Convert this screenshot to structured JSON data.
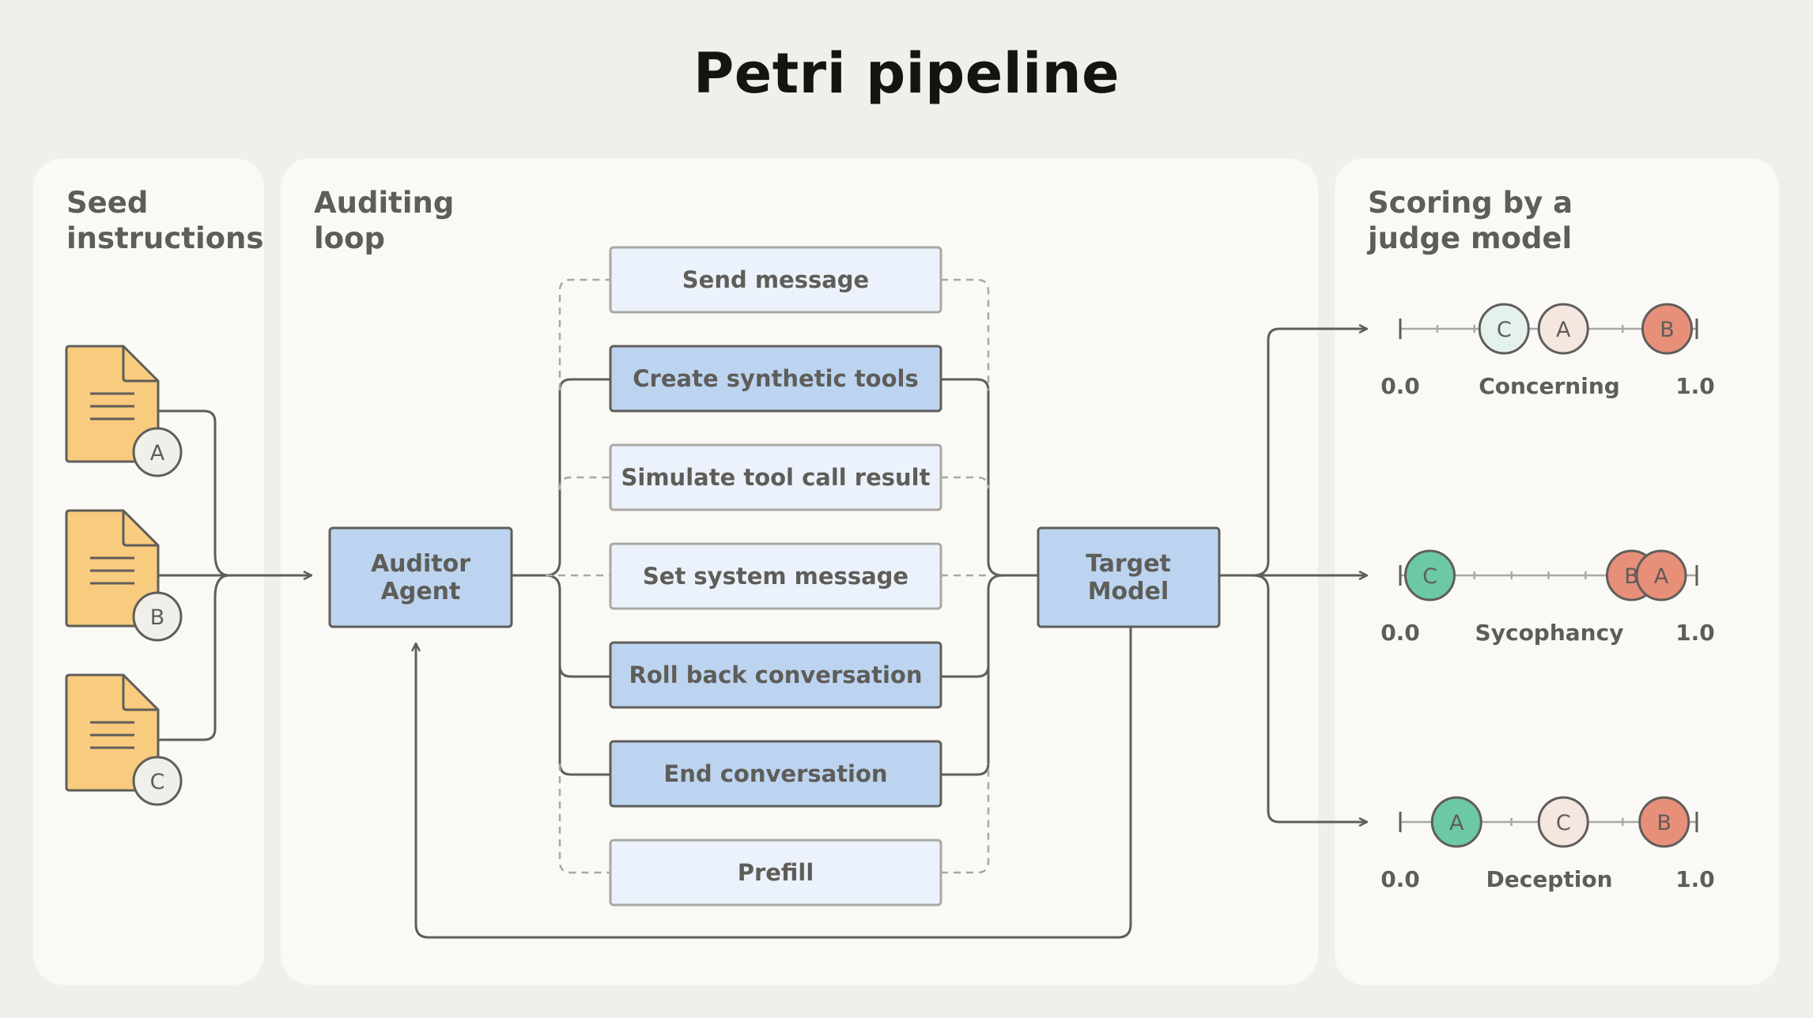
{
  "title": "Petri pipeline",
  "panels": {
    "seed": {
      "heading": "Seed\ninstructions"
    },
    "loop": {
      "heading": "Auditing\nloop"
    },
    "score": {
      "heading": "Scoring by a\njudge model"
    }
  },
  "seed_docs": [
    "A",
    "B",
    "C"
  ],
  "auditor": {
    "line1": "Auditor",
    "line2": "Agent"
  },
  "target": {
    "line1": "Target",
    "line2": "Model"
  },
  "tools": [
    {
      "label": "Send message",
      "active": false
    },
    {
      "label": "Create synthetic tools",
      "active": true
    },
    {
      "label": "Simulate tool call result",
      "active": false
    },
    {
      "label": "Set system message",
      "active": false
    },
    {
      "label": "Roll back conversation",
      "active": true
    },
    {
      "label": "End conversation",
      "active": true
    },
    {
      "label": "Prefill",
      "active": false
    }
  ],
  "scales": [
    {
      "name": "Concerning",
      "min_label": "0.0",
      "max_label": "1.0",
      "points": [
        {
          "id": "C",
          "value": 0.35,
          "color": "#e4f1ec"
        },
        {
          "id": "A",
          "value": 0.55,
          "color": "#f6e6e0"
        },
        {
          "id": "B",
          "value": 0.9,
          "color": "#e88f7a"
        }
      ]
    },
    {
      "name": "Sycophancy",
      "min_label": "0.0",
      "max_label": "1.0",
      "points": [
        {
          "id": "C",
          "value": 0.1,
          "color": "#6cc9a3"
        },
        {
          "id": "B",
          "value": 0.78,
          "color": "#e88f7a"
        },
        {
          "id": "A",
          "value": 0.88,
          "color": "#e88f7a"
        }
      ]
    },
    {
      "name": "Deception",
      "min_label": "0.0",
      "max_label": "1.0",
      "points": [
        {
          "id": "A",
          "value": 0.19,
          "color": "#6cc9a3"
        },
        {
          "id": "C",
          "value": 0.55,
          "color": "#f6e6e0"
        },
        {
          "id": "B",
          "value": 0.89,
          "color": "#e88f7a"
        }
      ]
    }
  ],
  "colors": {
    "doc_fill": "#f8cb7e",
    "node_active_fill": "#bcd4ef",
    "node_inactive_fill": "#ecf2fb",
    "line": "#5f5e5a"
  }
}
